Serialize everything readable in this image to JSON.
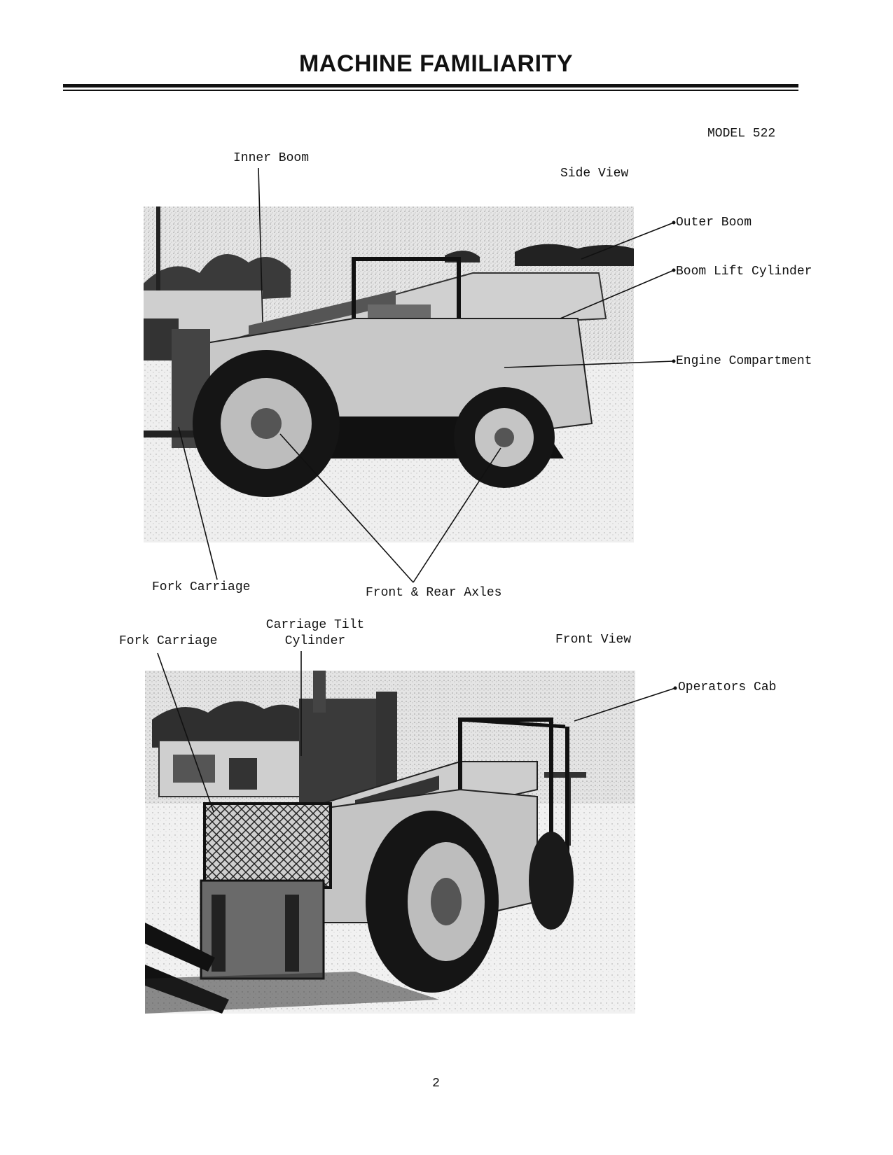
{
  "page": {
    "title": "MACHINE FAMILIARITY",
    "model": "MODEL 522",
    "page_number": "2"
  },
  "side_view": {
    "caption": "Side View",
    "labels": {
      "inner_boom": "Inner Boom",
      "outer_boom": "Outer Boom",
      "boom_lift_cylinder": "Boom Lift Cylinder",
      "engine_compartment": "Engine Compartment",
      "fork_carriage": "Fork Carriage",
      "axles": "Front & Rear Axles"
    }
  },
  "front_view": {
    "caption": "Front View",
    "labels": {
      "fork_carriage": "Fork Carriage",
      "carriage_tilt_line1": "Carriage Tilt",
      "carriage_tilt_line2": "Cylinder",
      "operators_cab": "Operators Cab"
    }
  }
}
